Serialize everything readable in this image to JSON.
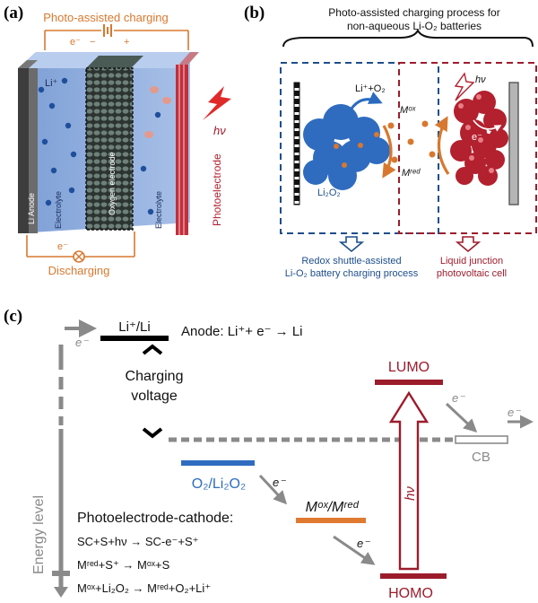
{
  "panel_a": {
    "label": "(a)",
    "photo_charging": "Photo-assisted charging",
    "charge_electron": "e⁻",
    "battery_minus": "−",
    "battery_plus": "+",
    "li_ion": "Li⁺",
    "li_anode": "Li Anode",
    "electrolyte_left": "Electrolyte",
    "oxygen_electrode": "Oxygen electrode",
    "electrolyte_right": "Electrolyte",
    "photoelectrode": "Photoelectrode",
    "light": "hν",
    "discharge_electron": "e⁻",
    "discharging": "Discharging"
  },
  "panel_b": {
    "label": "(b)",
    "title_line1": "Photo-assisted charging process for",
    "title_line2": "non-aqueous Li-O₂ batteries",
    "li_o2": "Li⁺+O₂",
    "li2o2": "Li₂O₂",
    "m_ox": "Mᵒˣ",
    "m_red": "Mʳᵉᵈ",
    "light": "hν",
    "electron": "e⁻",
    "left_caption_line1": "Redox shuttle-assisted",
    "left_caption_line2": "Li-O₂ battery charging process",
    "right_caption_line1": "Liquid junction",
    "right_caption_line2": "photovoltaic cell"
  },
  "panel_c": {
    "label": "(c)",
    "electron_top": "e⁻",
    "li_couple": "Li⁺/Li",
    "anode_reaction": "Anode: Li⁺+ e⁻ → Li",
    "charging_line1": "Charging",
    "charging_line2": "voltage",
    "lumo": "LUMO",
    "electron_lumo": "e⁻",
    "electron_cb": "e⁻",
    "cb": "CB",
    "o2_couple": "O₂/Li₂O₂",
    "electron_o2": "e⁻",
    "mediator_couple": "Mᵒˣ/Mʳᵉᵈ",
    "light": "hν",
    "cathode_title": "Photoelectrode-cathode:",
    "reaction1": "SC+S+hν → SC-e⁻+S⁺",
    "reaction2": "Mʳᵉᵈ+S⁺ → Mᵒˣ+S",
    "reaction3": "Mᵒˣ+Li₂O₂ → Mʳᵉᵈ+O₂+Li⁺",
    "electron_homo": "e⁻",
    "homo": "HOMO",
    "energy_axis": "Energy level"
  },
  "colors": {
    "orange": "#d8782f",
    "blue": "#3a74c4",
    "navy": "#1d4e8c",
    "dark_red": "#9c1c2c",
    "crimson": "#b3202e",
    "gray": "#8a8a8a"
  }
}
